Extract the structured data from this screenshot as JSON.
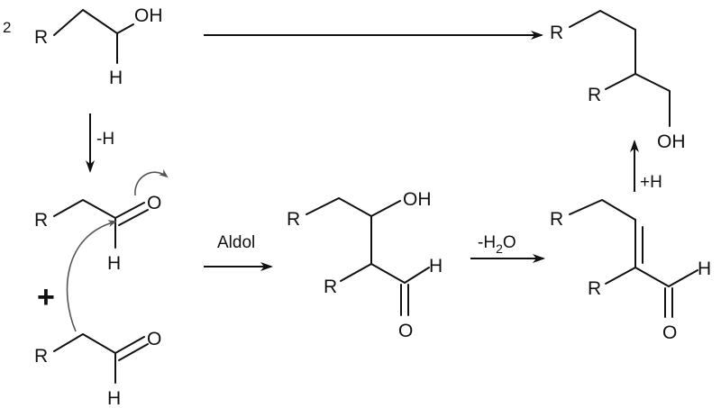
{
  "atoms": {
    "r": "R",
    "oh": "OH",
    "h": "H",
    "o": "O"
  },
  "coefficient": "2",
  "plus_sign": "+",
  "conditions": {
    "dehydrogenation": "-H",
    "aldol": "Aldol",
    "dehydration_prefix": "-H",
    "dehydration_subscript": "2",
    "dehydration_suffix": "O",
    "hydrogenation": "+H"
  },
  "colors": {
    "ink": "#111111",
    "curved_arrow": "#555555"
  }
}
